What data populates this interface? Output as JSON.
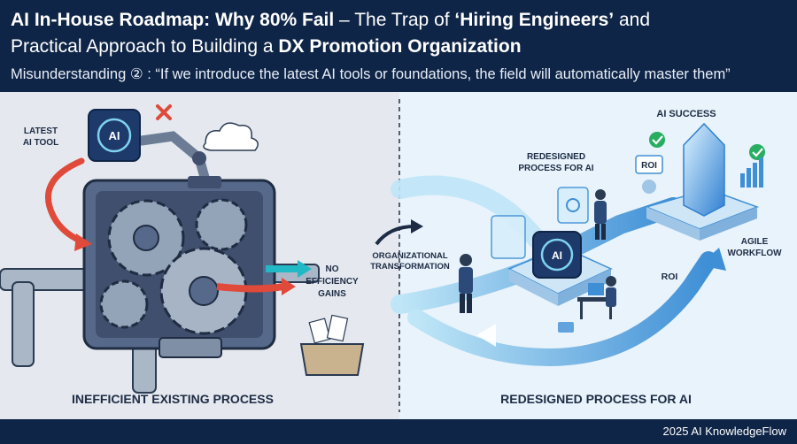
{
  "header": {
    "title_line1_part1": "AI In-House Roadmap: Why 80% Fail",
    "title_line1_part2": " – The Trap of ",
    "title_line1_part3": "‘Hiring Engineers’",
    "title_line1_part4": " and",
    "title_line2_part1": "Practical Approach to Building a ",
    "title_line2_part2": "DX Promotion Organization",
    "subtitle": "Misunderstanding ② : “If we introduce the latest AI tools or foundations, the field will automatically master them”"
  },
  "left_panel": {
    "tool_label_line1": "LATEST",
    "tool_label_line2": "AI TOOL",
    "ai_chip_text": "AI",
    "no_gains_line1": "NO",
    "no_gains_line2": "EFFICIENCY",
    "no_gains_line3": "GAINS",
    "caption": "INEFFICIENT EXISTING PROCESS"
  },
  "center": {
    "transform_line1": "ORGANIZATIONAL",
    "transform_line2": "TRANSFORMATION"
  },
  "right_panel": {
    "process_label_line1": "REDESIGNED",
    "process_label_line2": "PROCESS FOR AI",
    "success_label": "AI SUCCESS",
    "roi_badge": "ROI",
    "roi_label": "ROI",
    "agile_line1": "AGILE",
    "agile_line2": "WORKFLOW",
    "ai_chip_text": "AI",
    "caption": "REDESIGNED PROCESS FOR AI"
  },
  "footer": {
    "credit": "2025 AI KnowledgeFlow"
  },
  "colors": {
    "navy": "#0f2547",
    "left_bg": "#e5e9ef",
    "right_bg": "#e8f3fb",
    "alert_red": "#e04a3a",
    "teal": "#22b9c6",
    "flow_blue": "#3f8fd6",
    "success_green": "#27ae60"
  }
}
